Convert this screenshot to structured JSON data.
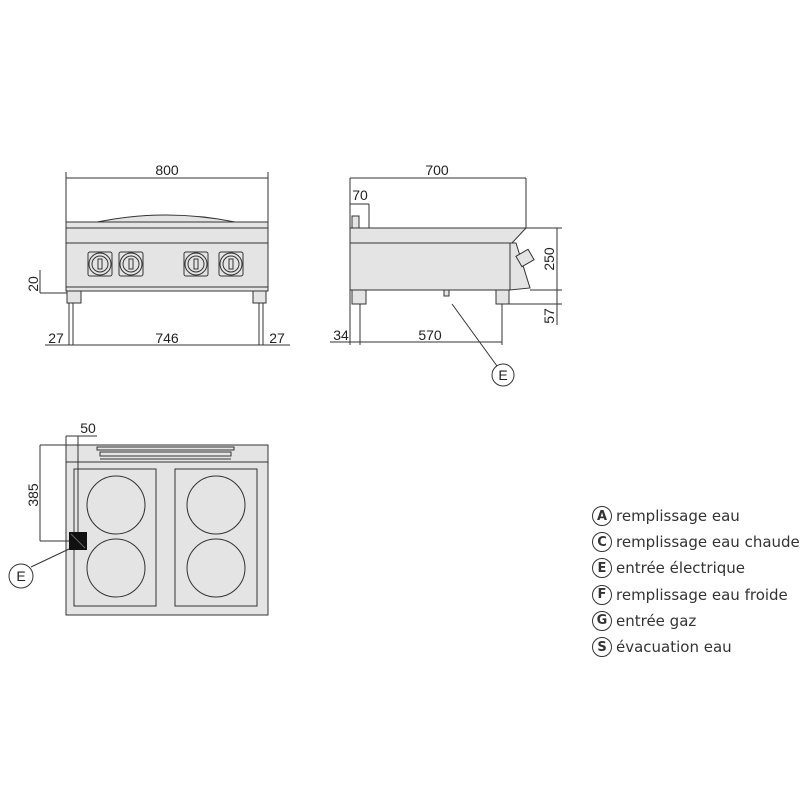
{
  "front_view": {
    "width_label": "800",
    "foot_height_label": "20",
    "left_offset_label": "27",
    "leg_span_label": "746",
    "right_offset_label": "27"
  },
  "side_view": {
    "depth_label": "700",
    "splash_label": "70",
    "height_label": "250",
    "leg_height_label": "57",
    "rear_offset_label": "34",
    "leg_span_label": "570",
    "connection_label": "E"
  },
  "plan_view": {
    "offset_x_label": "50",
    "offset_y_label": "385",
    "connection_label": "E"
  },
  "legend": [
    {
      "code": "A",
      "text": "remplissage eau"
    },
    {
      "code": "C",
      "text": "remplissage eau chaude"
    },
    {
      "code": "E",
      "text": "entrée électrique"
    },
    {
      "code": "F",
      "text": "remplissage eau froide"
    },
    {
      "code": "G",
      "text": "entrée gaz"
    },
    {
      "code": "S",
      "text": "évacuation eau"
    }
  ]
}
